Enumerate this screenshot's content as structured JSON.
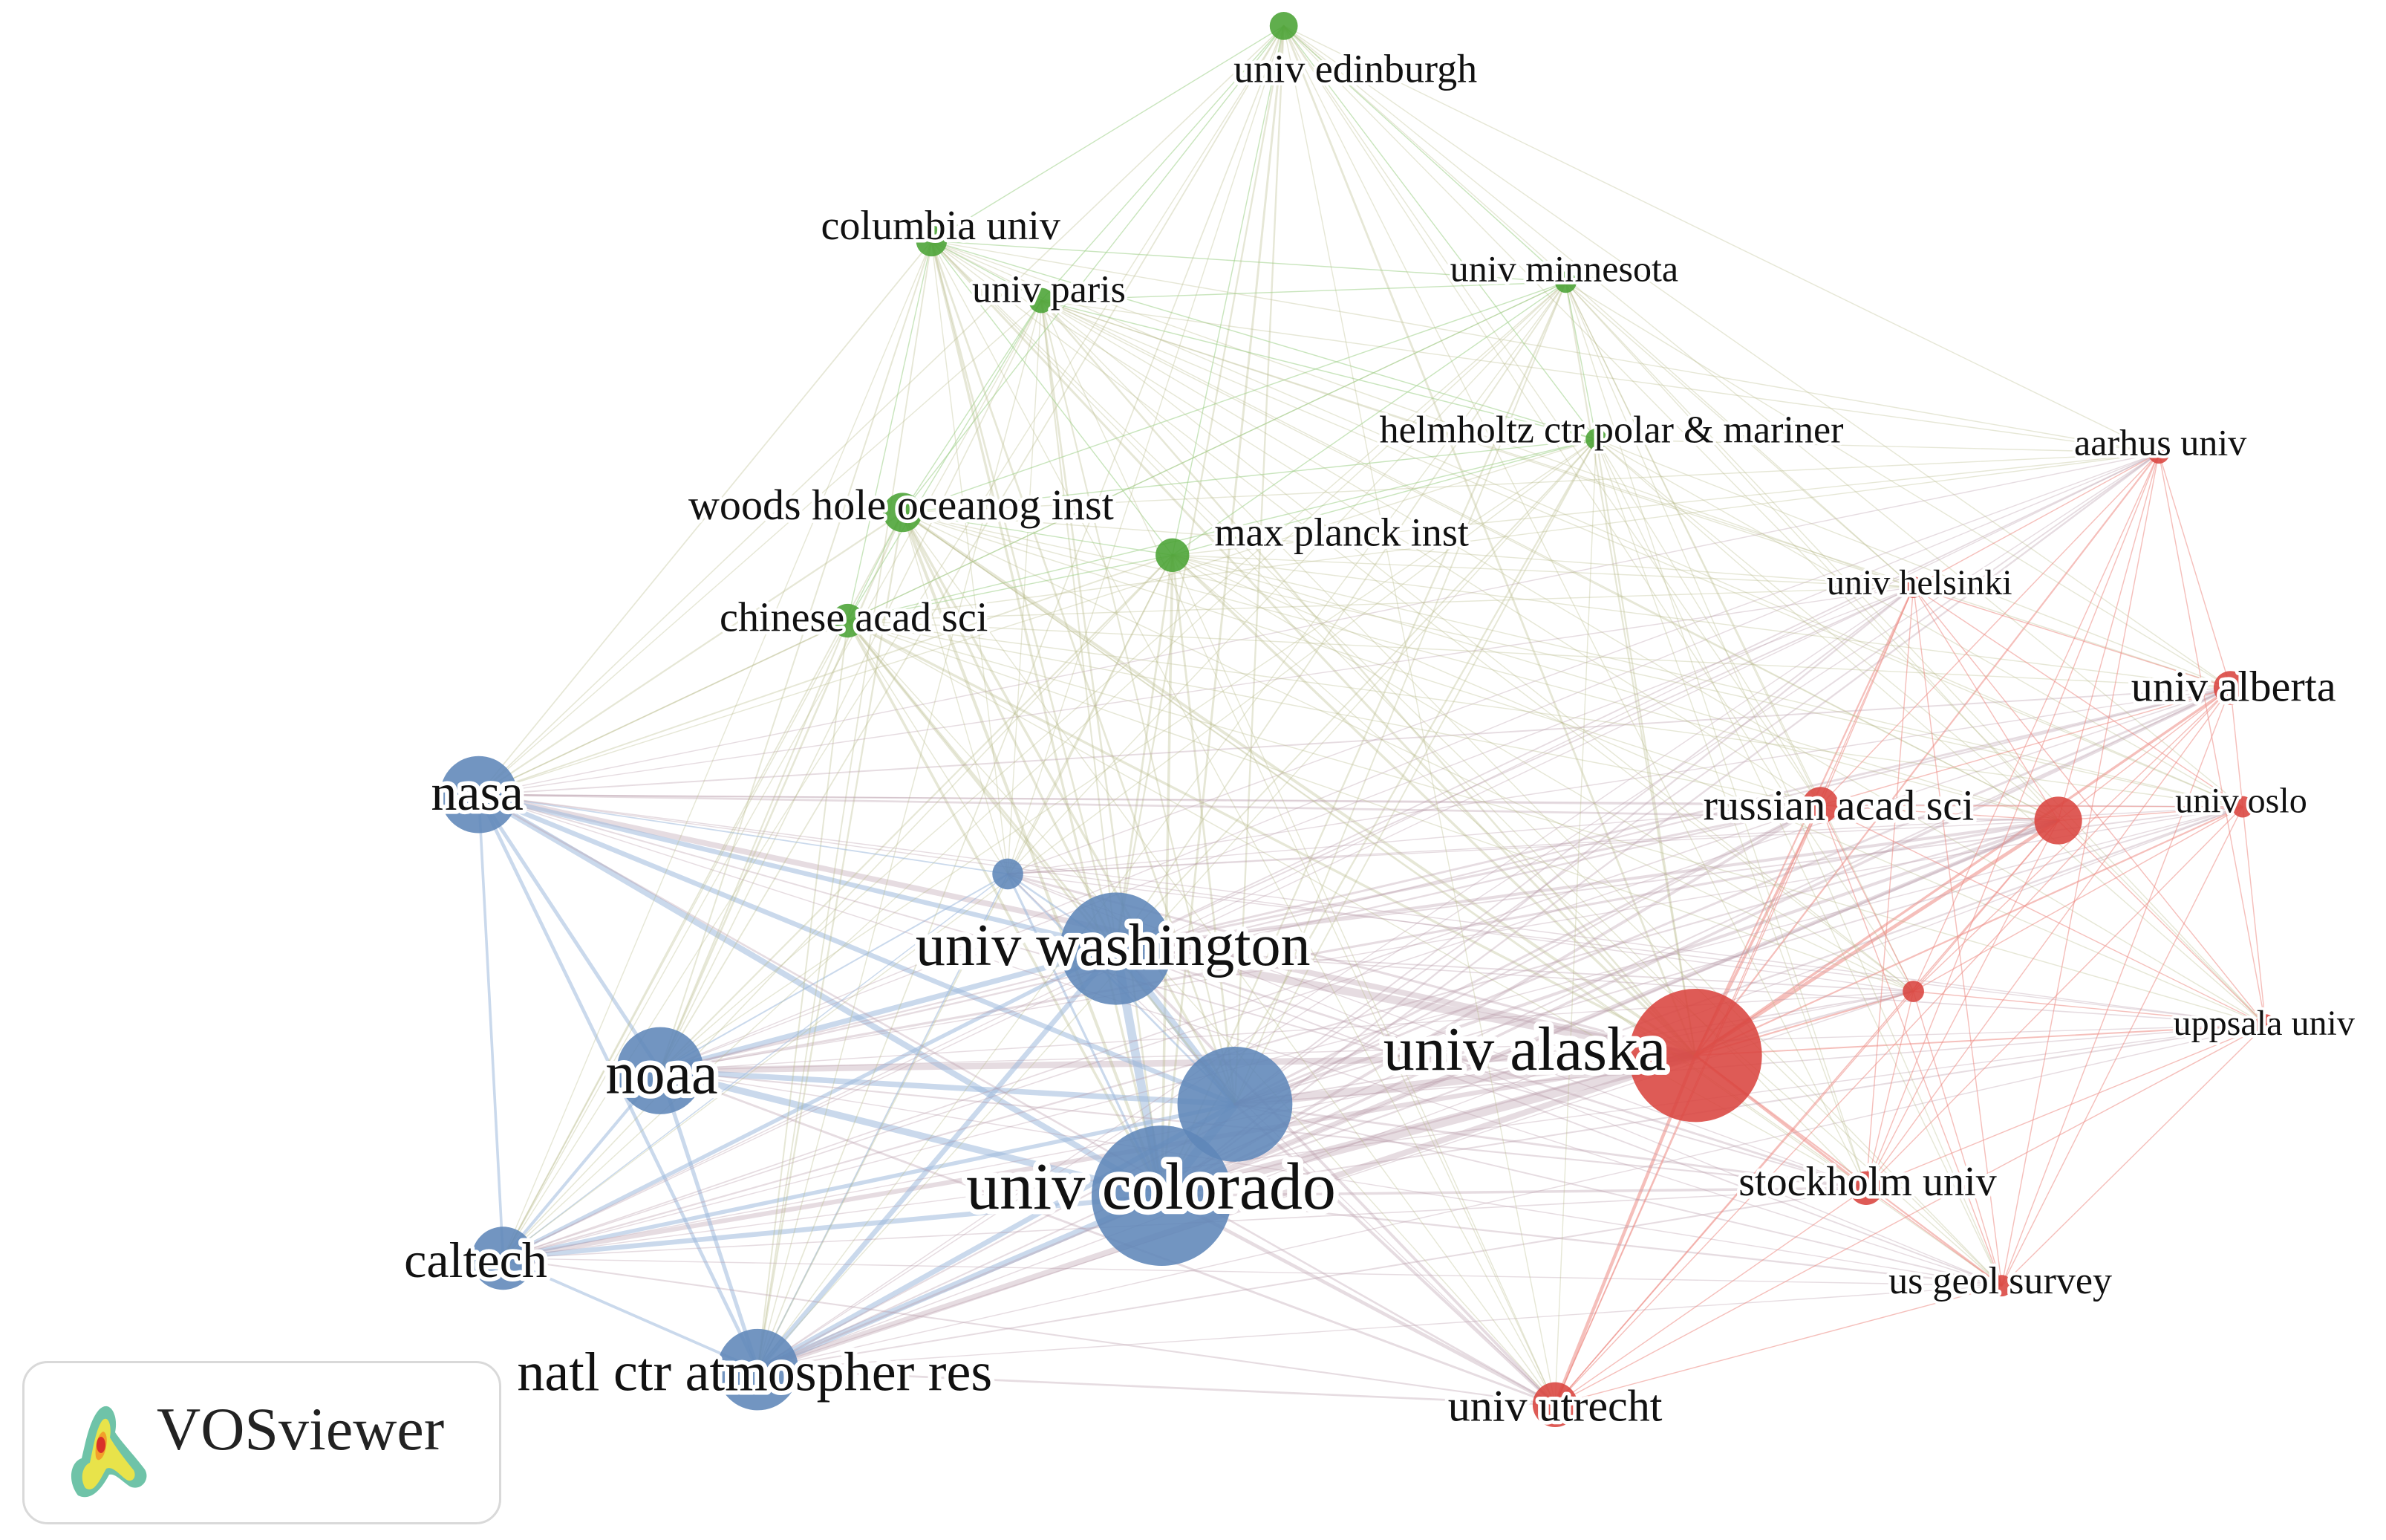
{
  "nodes": [
    {
      "id": "univ-alaska",
      "label": "univ alaska",
      "cluster": "red",
      "weight": 95,
      "label_size": 84
    },
    {
      "id": "univ-colorado",
      "label": "univ colorado",
      "cluster": "blue",
      "weight": 100,
      "label_size": 90
    },
    {
      "id": "univ-washington",
      "label": "univ washington",
      "cluster": "blue",
      "weight": 80,
      "label_size": 80
    },
    {
      "id": "blue-unlabeled-big",
      "label": "",
      "cluster": "blue",
      "weight": 82,
      "label_size": 0
    },
    {
      "id": "noaa",
      "label": "noaa",
      "cluster": "blue",
      "weight": 62,
      "label_size": 80
    },
    {
      "id": "natl-ctr-atmospher-res",
      "label": "natl ctr atmospher res",
      "cluster": "blue",
      "weight": 58,
      "label_size": 74
    },
    {
      "id": "nasa",
      "label": "nasa",
      "cluster": "blue",
      "weight": 55,
      "label_size": 70
    },
    {
      "id": "caltech",
      "label": "caltech",
      "cluster": "blue",
      "weight": 45,
      "label_size": 68
    },
    {
      "id": "blue-unlabeled-small",
      "label": "",
      "cluster": "blue",
      "weight": 22,
      "label_size": 0
    },
    {
      "id": "columbia-univ",
      "label": "columbia univ",
      "cluster": "green",
      "weight": 22,
      "label_size": 56
    },
    {
      "id": "univ-paris",
      "label": "univ paris",
      "cluster": "green",
      "weight": 18,
      "label_size": 52
    },
    {
      "id": "univ-edinburgh",
      "label": "univ edinburgh",
      "cluster": "green",
      "weight": 20,
      "label_size": 54
    },
    {
      "id": "univ-minnesota",
      "label": "univ minnesota",
      "cluster": "green",
      "weight": 16,
      "label_size": 50
    },
    {
      "id": "helmholtz-ctr-polar-mariner",
      "label": "helmholtz ctr polar & mariner",
      "cluster": "green",
      "weight": 16,
      "label_size": 52
    },
    {
      "id": "woods-hole-oceanog-inst",
      "label": "woods hole oceanog inst",
      "cluster": "green",
      "weight": 28,
      "label_size": 58
    },
    {
      "id": "max-planck-inst",
      "label": "max planck inst",
      "cluster": "green",
      "weight": 24,
      "label_size": 54
    },
    {
      "id": "chinese-acad-sci",
      "label": "chinese acad sci",
      "cluster": "green",
      "weight": 24,
      "label_size": 56
    },
    {
      "id": "aarhus-univ",
      "label": "aarhus univ",
      "cluster": "red",
      "weight": 16,
      "label_size": 50
    },
    {
      "id": "univ-helsinki",
      "label": "univ helsinki",
      "cluster": "red",
      "weight": 16,
      "label_size": 48
    },
    {
      "id": "univ-alberta",
      "label": "univ alberta",
      "cluster": "red",
      "weight": 24,
      "label_size": 58
    },
    {
      "id": "russian-acad-sci",
      "label": "russian acad sci",
      "cluster": "red",
      "weight": 26,
      "label_size": 58
    },
    {
      "id": "red-unlabeled-a",
      "label": "",
      "cluster": "red",
      "weight": 34,
      "label_size": 0
    },
    {
      "id": "univ-oslo",
      "label": "univ oslo",
      "cluster": "red",
      "weight": 16,
      "label_size": 48
    },
    {
      "id": "red-unlabeled-b",
      "label": "",
      "cluster": "red",
      "weight": 16,
      "label_size": 0
    },
    {
      "id": "uppsala-univ",
      "label": "uppsala univ",
      "cluster": "red",
      "weight": 14,
      "label_size": 48
    },
    {
      "id": "stockholm-univ",
      "label": "stockholm univ",
      "cluster": "red",
      "weight": 24,
      "label_size": 56
    },
    {
      "id": "us-geol-survey",
      "label": "us geol survey",
      "cluster": "red",
      "weight": 16,
      "label_size": 52
    },
    {
      "id": "univ-utrecht",
      "label": "univ utrecht",
      "cluster": "red",
      "weight": 32,
      "label_size": 60
    }
  ],
  "cluster_colors": {
    "red": "#d9443f",
    "blue": "#5f86b8",
    "green": "#4aa334"
  },
  "edge_colors": {
    "red": "#ec8a84",
    "blue": "#9fb9dc",
    "green": "#9ccf86",
    "mixed": "#b89aa8"
  },
  "badge": {
    "label": "VOSviewer",
    "icon": "vosviewer-logo-icon"
  }
}
